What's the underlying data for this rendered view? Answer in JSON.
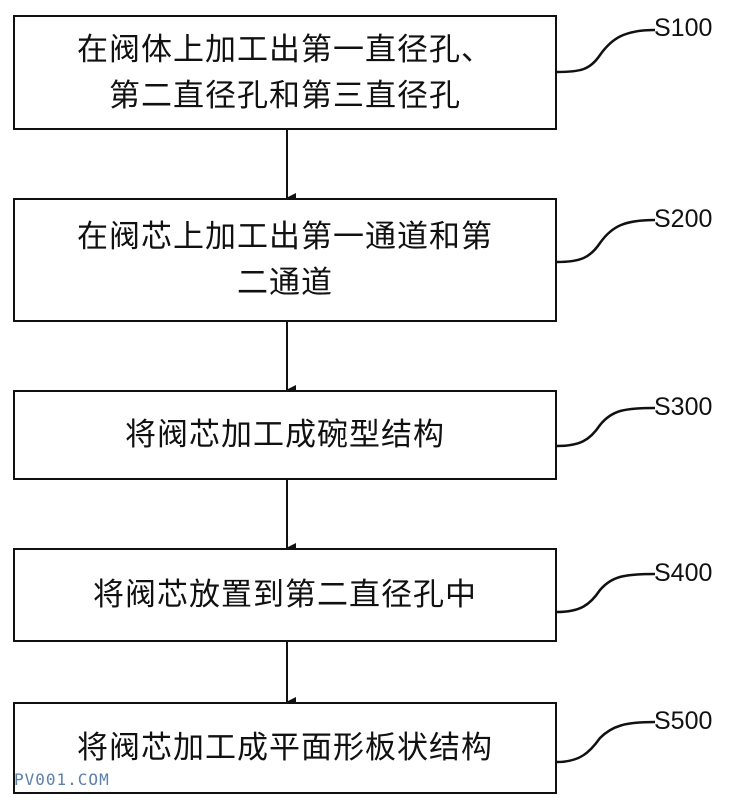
{
  "steps": [
    {
      "id": "S100",
      "lines": [
        "在阀体上加工出第一直径孔、",
        "第二直径孔和第三直径孔"
      ]
    },
    {
      "id": "S200",
      "lines": [
        "在阀芯上加工出第一通道和第",
        "二通道"
      ]
    },
    {
      "id": "S300",
      "lines": [
        "将阀芯加工成碗型结构"
      ]
    },
    {
      "id": "S400",
      "lines": [
        "将阀芯放置到第二直径孔中"
      ]
    },
    {
      "id": "S500",
      "lines": [
        "将阀芯加工成平面形板状结构"
      ]
    }
  ],
  "watermark": "PV001.COM"
}
